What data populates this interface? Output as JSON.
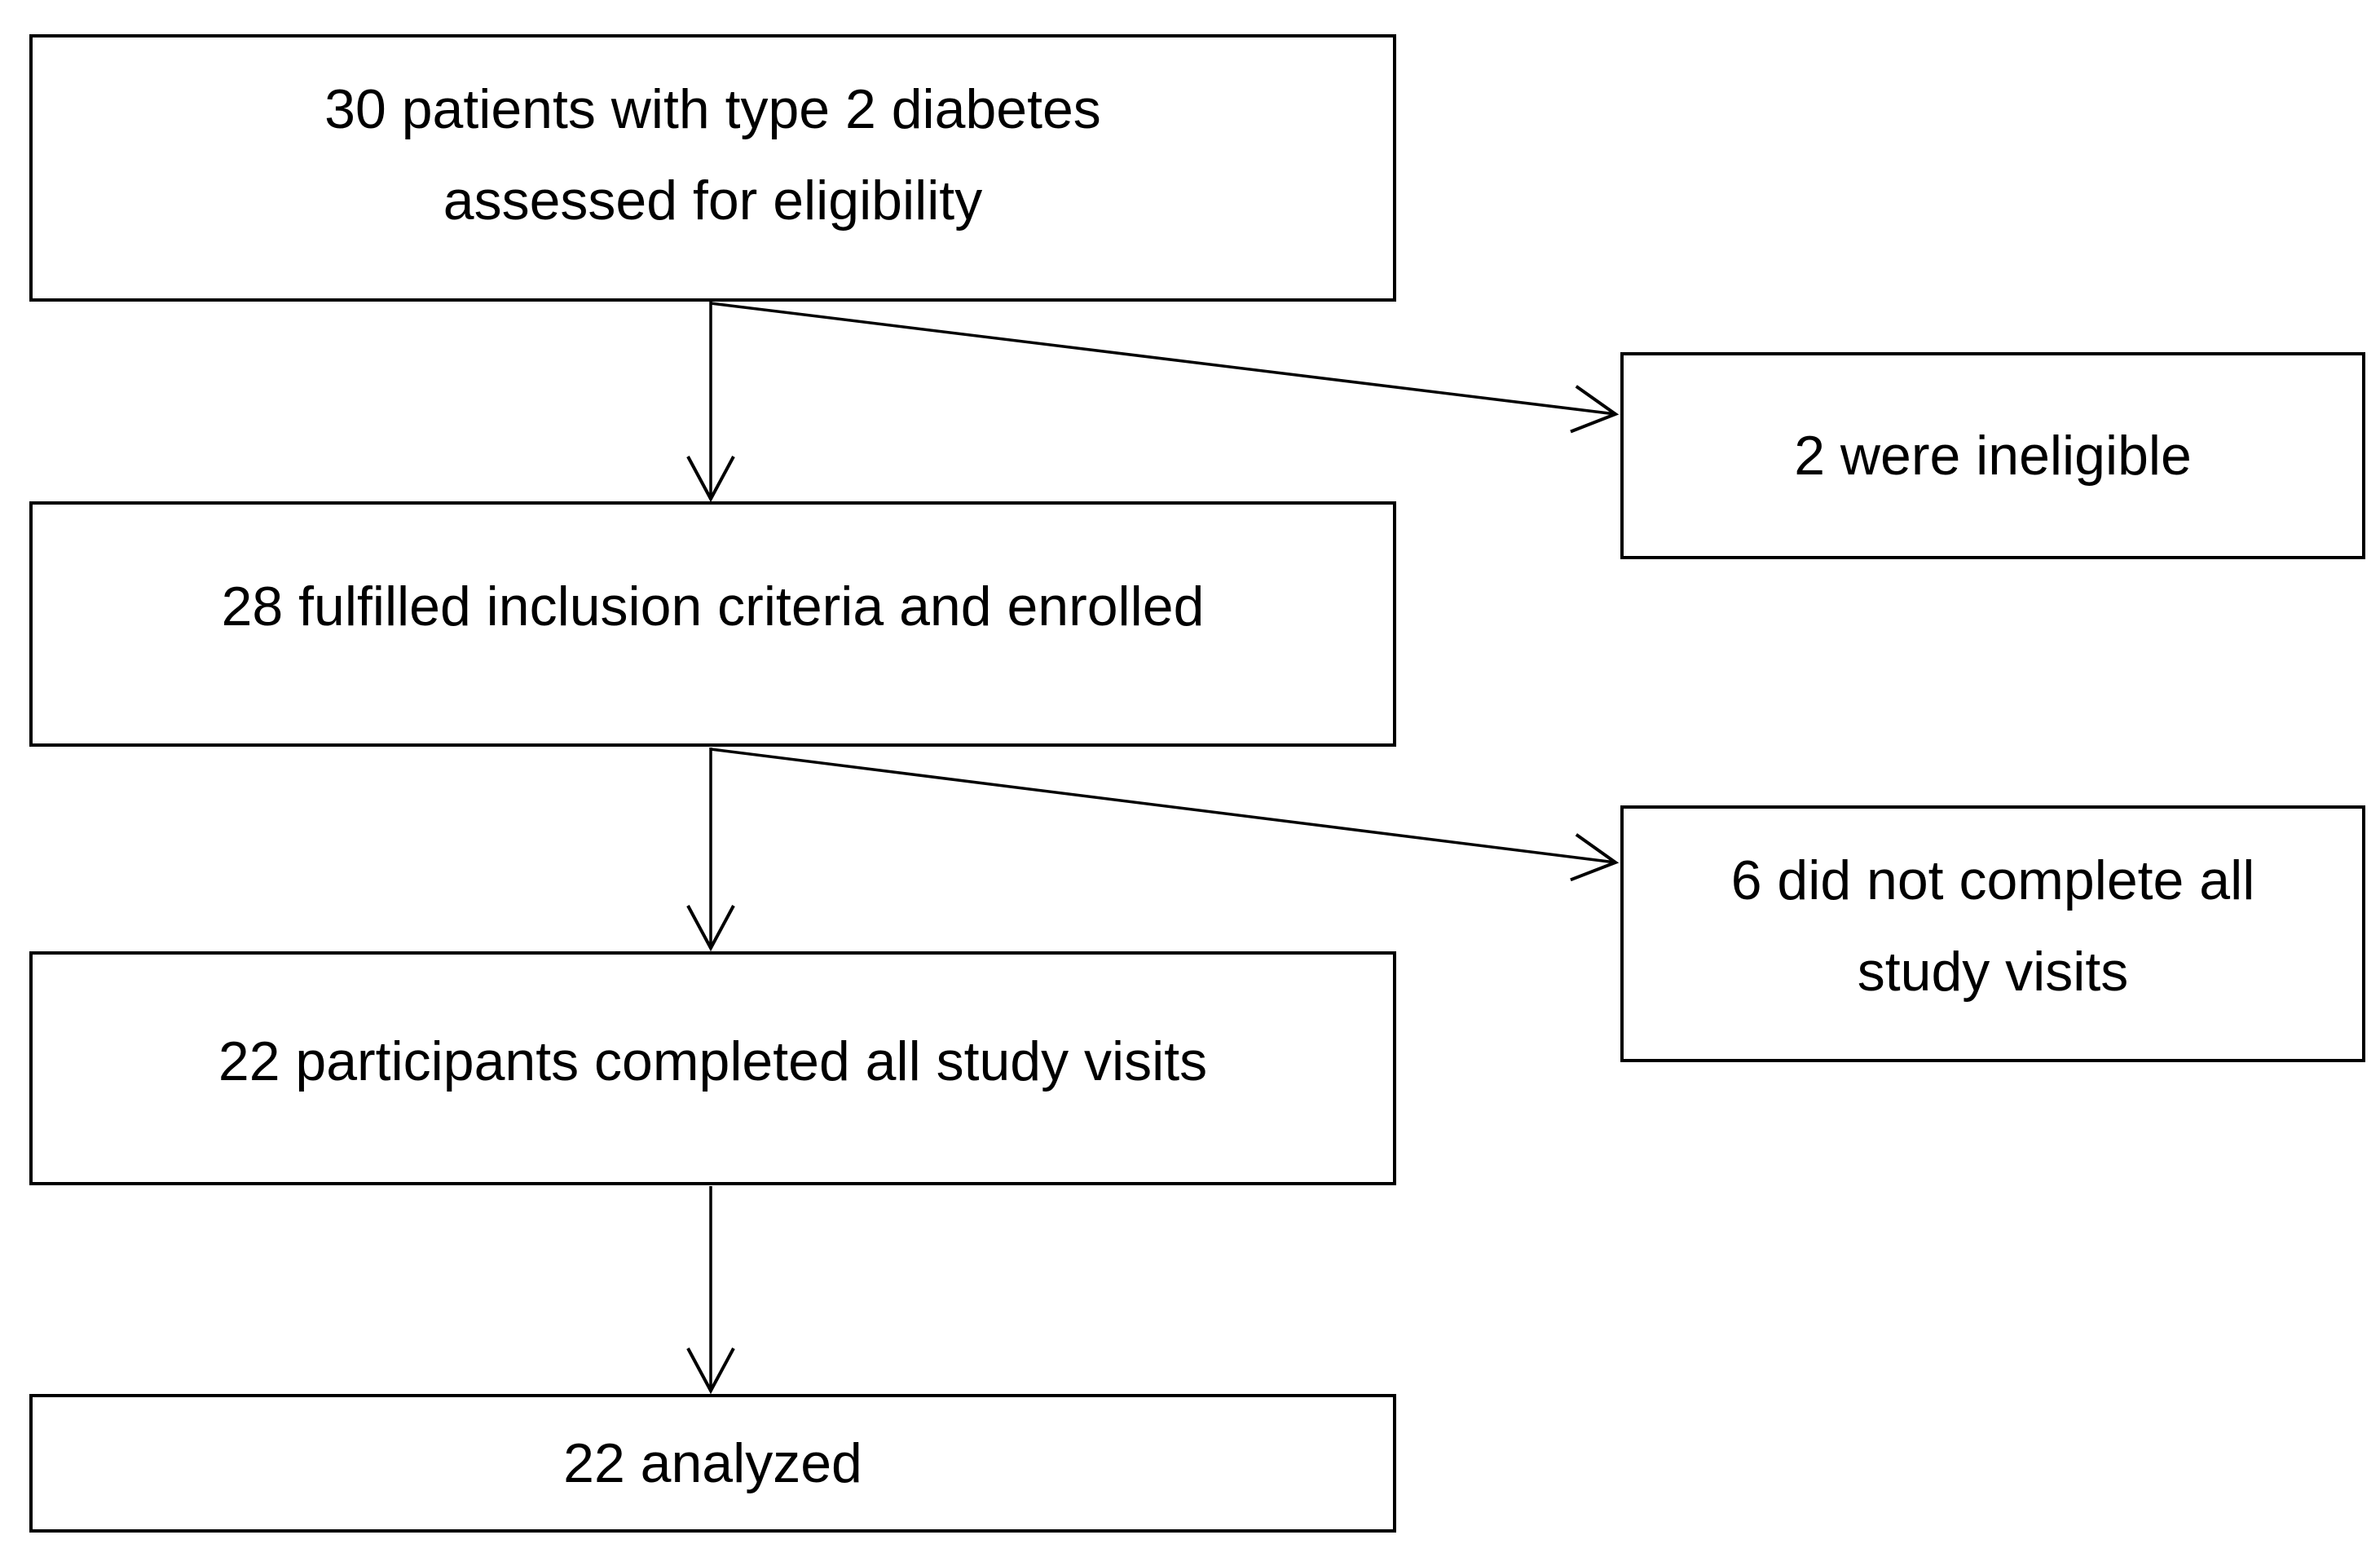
{
  "diagram": {
    "colors": {
      "background": "#ffffff",
      "box_fill": "#ffffff",
      "box_border": "#000000",
      "text": "#000000",
      "arrow": "#000000"
    },
    "nodes": {
      "assessed": {
        "lines": [
          "30 patients with type 2 diabetes",
          "assessed for eligibility"
        ]
      },
      "ineligible": {
        "lines": [
          "2 were ineligible"
        ]
      },
      "enrolled": {
        "lines": [
          "28 fulfilled inclusion criteria and enrolled"
        ]
      },
      "not_completed": {
        "lines": [
          "6 did not complete all",
          "study visits"
        ]
      },
      "completed": {
        "lines": [
          "22 participants completed all study visits"
        ]
      },
      "analyzed": {
        "lines": [
          "22 analyzed"
        ]
      }
    },
    "edges": [
      {
        "from": "assessed",
        "to": "enrolled"
      },
      {
        "from": "assessed",
        "to": "ineligible"
      },
      {
        "from": "enrolled",
        "to": "completed"
      },
      {
        "from": "enrolled",
        "to": "not_completed"
      },
      {
        "from": "completed",
        "to": "analyzed"
      }
    ]
  }
}
